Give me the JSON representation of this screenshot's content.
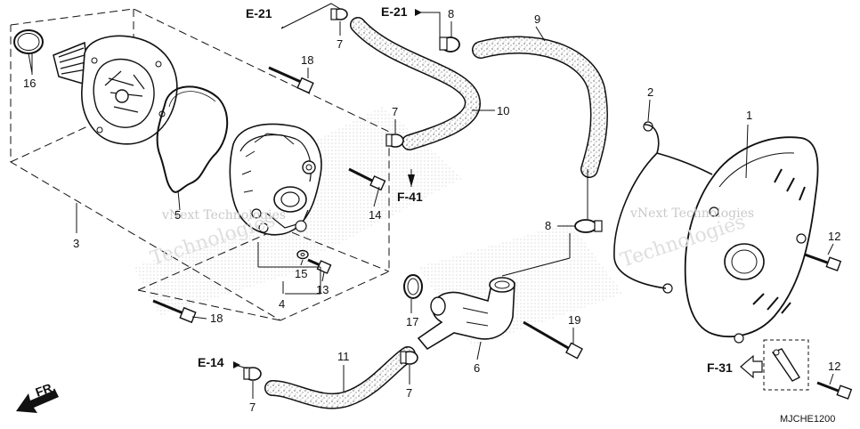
{
  "diagram": {
    "drawing_code": "MJCHE1200",
    "front_label": "FR.",
    "watermark_line1": "vNext Technologies",
    "watermark_line2": "Technologies",
    "callouts": [
      {
        "id": "p1",
        "label": "1"
      },
      {
        "id": "p2",
        "label": "2"
      },
      {
        "id": "p3",
        "label": "3"
      },
      {
        "id": "p4",
        "label": "4"
      },
      {
        "id": "p5",
        "label": "5"
      },
      {
        "id": "p6",
        "label": "6"
      },
      {
        "id": "p7a",
        "label": "7"
      },
      {
        "id": "p7b",
        "label": "7"
      },
      {
        "id": "p7c",
        "label": "7"
      },
      {
        "id": "p7d",
        "label": "7"
      },
      {
        "id": "p8a",
        "label": "8"
      },
      {
        "id": "p8b",
        "label": "8"
      },
      {
        "id": "p9",
        "label": "9"
      },
      {
        "id": "p10",
        "label": "10"
      },
      {
        "id": "p11",
        "label": "11"
      },
      {
        "id": "p12a",
        "label": "12"
      },
      {
        "id": "p12b",
        "label": "12"
      },
      {
        "id": "p13",
        "label": "13"
      },
      {
        "id": "p14",
        "label": "14"
      },
      {
        "id": "p15",
        "label": "15"
      },
      {
        "id": "p16",
        "label": "16"
      },
      {
        "id": "p17",
        "label": "17"
      },
      {
        "id": "p18a",
        "label": "18"
      },
      {
        "id": "p18b",
        "label": "18"
      },
      {
        "id": "p19",
        "label": "19"
      }
    ],
    "references": [
      {
        "id": "e21a",
        "label": "E-21"
      },
      {
        "id": "e21b",
        "label": "E-21"
      },
      {
        "id": "f41",
        "label": "F-41"
      },
      {
        "id": "e14",
        "label": "E-14"
      },
      {
        "id": "f31",
        "label": "F-31"
      }
    ]
  }
}
